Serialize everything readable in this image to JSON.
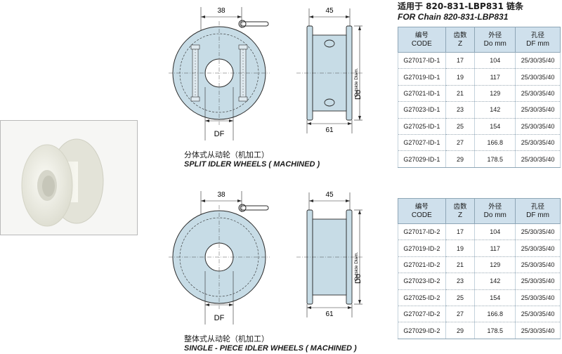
{
  "header": {
    "title_cn": "适用于 820-831-LBP831 链条",
    "title_en": "FOR Chain 820-831-LBP831"
  },
  "drawing_top": {
    "dim_width_top": "38",
    "dim_side_top": "45",
    "dim_side_bottom": "61",
    "dim_bore": "DF",
    "dim_outside": "Do",
    "outside_label": "Outside Diam.",
    "caption_cn": "分体式从动轮（机加工）",
    "caption_en": "SPLIT IDLER WHEELS ( MACHINED )"
  },
  "drawing_bottom": {
    "dim_width_top": "38",
    "dim_side_top": "45",
    "dim_side_bottom": "61",
    "dim_bore": "DF",
    "dim_outside": "Do",
    "outside_label": "Outside Diam.",
    "caption_cn": "整体式从动轮（机加工）",
    "caption_en": "SINGLE - PIECE IDLER WHEELS ( MACHINED )"
  },
  "table_headers": [
    {
      "cn": "编号",
      "en": "CODE"
    },
    {
      "cn": "齿数",
      "en": "Z"
    },
    {
      "cn": "外径",
      "en": "Do mm"
    },
    {
      "cn": "孔径",
      "en": "DF mm"
    }
  ],
  "table_split": [
    {
      "code": "G27017-ID-1",
      "z": "17",
      "do": "104",
      "df": "25/30/35/40"
    },
    {
      "code": "G27019-ID-1",
      "z": "19",
      "do": "117",
      "df": "25/30/35/40"
    },
    {
      "code": "G27021-ID-1",
      "z": "21",
      "do": "129",
      "df": "25/30/35/40"
    },
    {
      "code": "G27023-ID-1",
      "z": "23",
      "do": "142",
      "df": "25/30/35/40"
    },
    {
      "code": "G27025-ID-1",
      "z": "25",
      "do": "154",
      "df": "25/30/35/40"
    },
    {
      "code": "G27027-ID-1",
      "z": "27",
      "do": "166.8",
      "df": "25/30/35/40"
    },
    {
      "code": "G27029-ID-1",
      "z": "29",
      "do": "178.5",
      "df": "25/30/35/40"
    }
  ],
  "table_single": [
    {
      "code": "G27017-ID-2",
      "z": "17",
      "do": "104",
      "df": "25/30/35/40"
    },
    {
      "code": "G27019-ID-2",
      "z": "19",
      "do": "117",
      "df": "25/30/35/40"
    },
    {
      "code": "G27021-ID-2",
      "z": "21",
      "do": "129",
      "df": "25/30/35/40"
    },
    {
      "code": "G27023-ID-2",
      "z": "23",
      "do": "142",
      "df": "25/30/35/40"
    },
    {
      "code": "G27025-ID-2",
      "z": "25",
      "do": "154",
      "df": "25/30/35/40"
    },
    {
      "code": "G27027-ID-2",
      "z": "27",
      "do": "166.8",
      "df": "25/30/35/40"
    },
    {
      "code": "G27029-ID-2",
      "z": "29",
      "do": "178.5",
      "df": "25/30/35/40"
    }
  ],
  "colors": {
    "wheel_fill": "#c7dce6",
    "table_header_bg": "#cfe0ec",
    "line": "#2b2b2b"
  }
}
